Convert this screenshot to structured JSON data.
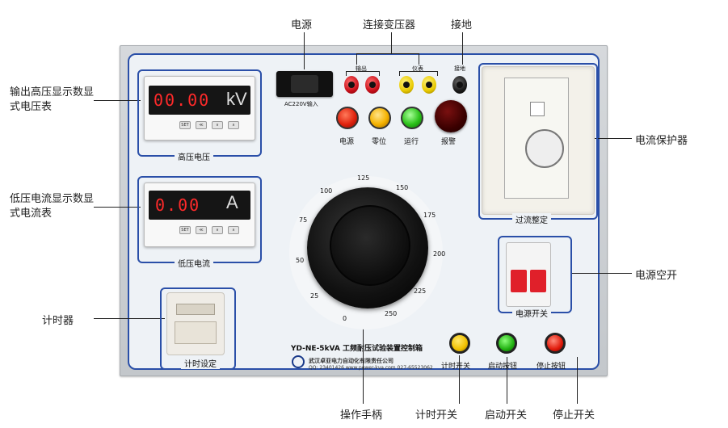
{
  "callouts": {
    "power": "电源",
    "connect_transformer": "连接变压器",
    "ground": "接地",
    "hv_meter": "输出高压显示数显式电压表",
    "current_meter": "低压电流显示数显式电流表",
    "timer": "计时器",
    "current_protector": "电流保护器",
    "power_breaker": "电源空开",
    "handle": "操作手柄",
    "timer_switch": "计时开关",
    "start_switch": "启动开关",
    "stop_switch": "停止开关"
  },
  "panel": {
    "hv_meter": {
      "digits": "00.00",
      "unit": "kV",
      "label": "高压电压",
      "buttons": [
        "SET",
        "≪",
        "∨",
        "∧"
      ]
    },
    "current_meter": {
      "digits": "0.00",
      "unit": "A",
      "label": "低压电流",
      "buttons": [
        "SET",
        "≪",
        "∨",
        "∧"
      ]
    },
    "socket_label": "AC220V输入",
    "group_labels": {
      "output": "输出",
      "meter": "仪表",
      "ground": "接地"
    },
    "lamps": [
      {
        "label": "电源",
        "color": "red"
      },
      {
        "label": "零位",
        "color": "yellow"
      },
      {
        "label": "运行",
        "color": "green"
      },
      {
        "label": "报警",
        "color": "dark-red"
      }
    ],
    "protector_label": "过流整定",
    "breaker_label": "电源开关",
    "timer_label": "计时设定",
    "dial_numbers": [
      "0",
      "25",
      "50",
      "75",
      "100",
      "125",
      "150",
      "175",
      "200",
      "225",
      "250"
    ],
    "buttons": [
      {
        "label": "计时开关",
        "color": "yellow"
      },
      {
        "label": "启动按钮",
        "color": "green"
      },
      {
        "label": "停止按钮",
        "color": "red"
      }
    ],
    "footer_title": "YD-NE-5kVA 工频耐压试验装置控制箱",
    "footer_company": "武汉卓亚电力自动化有限责任公司",
    "footer_contact": "QQ: 23401426   www.power-kva.com  027-65523062"
  },
  "colors": {
    "accent": "#2a4fa8",
    "panel": "#eef2f6"
  }
}
